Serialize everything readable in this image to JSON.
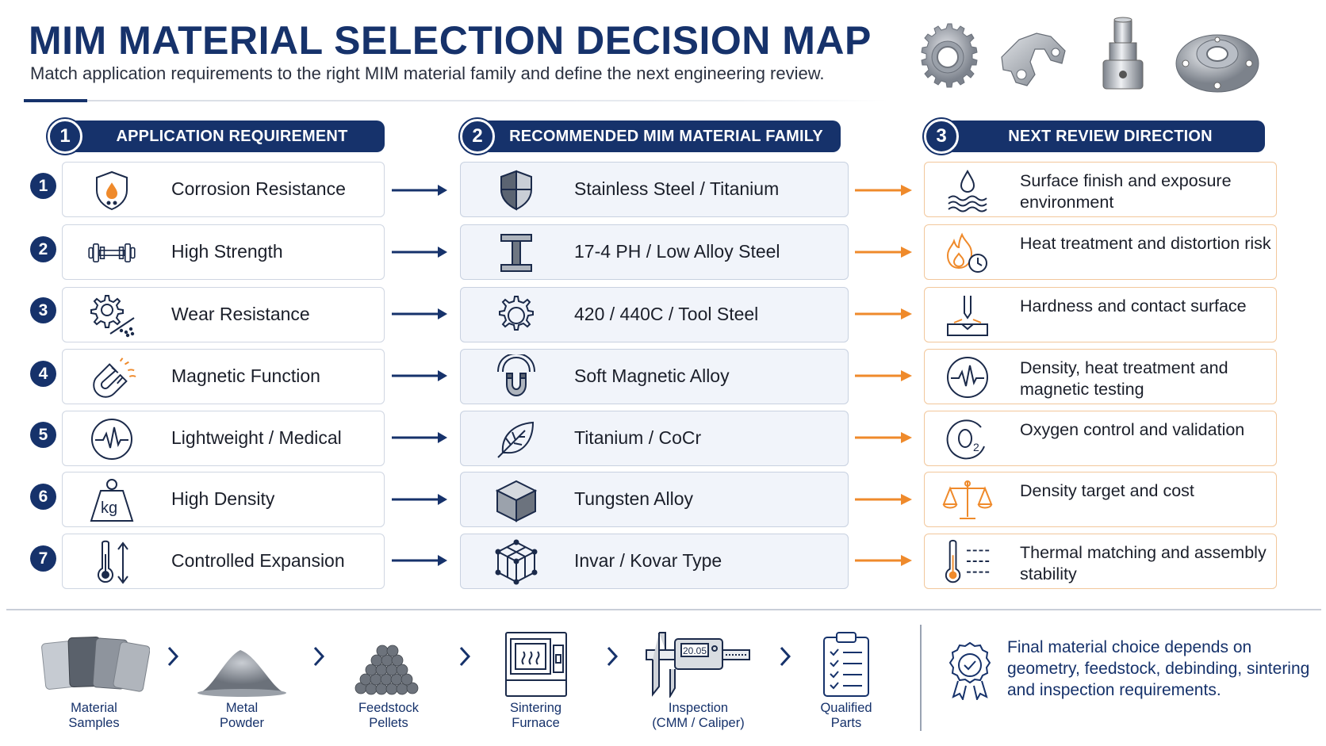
{
  "header": {
    "title": "MIM MATERIAL SELECTION DECISION MAP",
    "subtitle": "Match application requirements to the right MIM material family and define the next engineering review."
  },
  "columns": [
    {
      "num": "1",
      "label": "APPLICATION REQUIREMENT"
    },
    {
      "num": "2",
      "label": "RECOMMENDED MIM MATERIAL FAMILY"
    },
    {
      "num": "3",
      "label": "NEXT REVIEW DIRECTION"
    }
  ],
  "rows": [
    {
      "num": "1",
      "requirement": "Corrosion Resistance",
      "requirement_icon": "shield-drop-icon",
      "family": "Stainless Steel / Titanium",
      "family_icon": "shield-icon",
      "review": "Surface finish and exposure environment",
      "review_icon": "water-drop-waves-icon"
    },
    {
      "num": "2",
      "requirement": "High Strength",
      "requirement_icon": "dumbbell-icon",
      "family": "17-4 PH / Low Alloy Steel",
      "family_icon": "i-beam-icon",
      "review": "Heat treatment and distortion risk",
      "review_icon": "flame-clock-icon"
    },
    {
      "num": "3",
      "requirement": "Wear Resistance",
      "requirement_icon": "gear-wear-icon",
      "family": "420 / 440C / Tool Steel",
      "family_icon": "gear-icon",
      "review": "Hardness and contact surface",
      "review_icon": "indenter-icon"
    },
    {
      "num": "4",
      "requirement": "Magnetic Function",
      "requirement_icon": "magnet-icon",
      "family": "Soft Magnetic Alloy",
      "family_icon": "magnet-field-icon",
      "review": "Density, heat treatment and magnetic testing",
      "review_icon": "pulse-circle-icon"
    },
    {
      "num": "5",
      "requirement": "Lightweight / Medical",
      "requirement_icon": "heartbeat-icon",
      "family": "Titanium / CoCr",
      "family_icon": "leaf-icon",
      "review": "Oxygen control and validation",
      "review_icon": "oxygen-icon"
    },
    {
      "num": "6",
      "requirement": "High Density",
      "requirement_icon": "weight-kg-icon",
      "family": "Tungsten Alloy",
      "family_icon": "cube-icon",
      "review": "Density target and cost",
      "review_icon": "balance-scale-icon"
    },
    {
      "num": "7",
      "requirement": "Controlled Expansion",
      "requirement_icon": "thermometer-arrows-icon",
      "family": "Invar / Kovar Type",
      "family_icon": "lattice-cube-icon",
      "review": "Thermal matching and assembly stability",
      "review_icon": "thermometer-lines-icon"
    }
  ],
  "process_steps": [
    {
      "label_1": "Material",
      "label_2": "Samples"
    },
    {
      "label_1": "Metal",
      "label_2": "Powder"
    },
    {
      "label_1": "Feedstock",
      "label_2": "Pellets"
    },
    {
      "label_1": "Sintering",
      "label_2": "Furnace"
    },
    {
      "label_1": "Inspection",
      "label_2": "(CMM / Caliper)",
      "readout": "20.05"
    },
    {
      "label_1": "Qualified",
      "label_2": "Parts"
    }
  ],
  "note": "Final material choice depends on geometry, feedstock, debinding, sintering and inspection requirements.",
  "colors": {
    "navy": "#16326b",
    "orange": "#ef8a2b",
    "family_bg": "#f1f4fa",
    "review_border": "#f2c79b"
  }
}
